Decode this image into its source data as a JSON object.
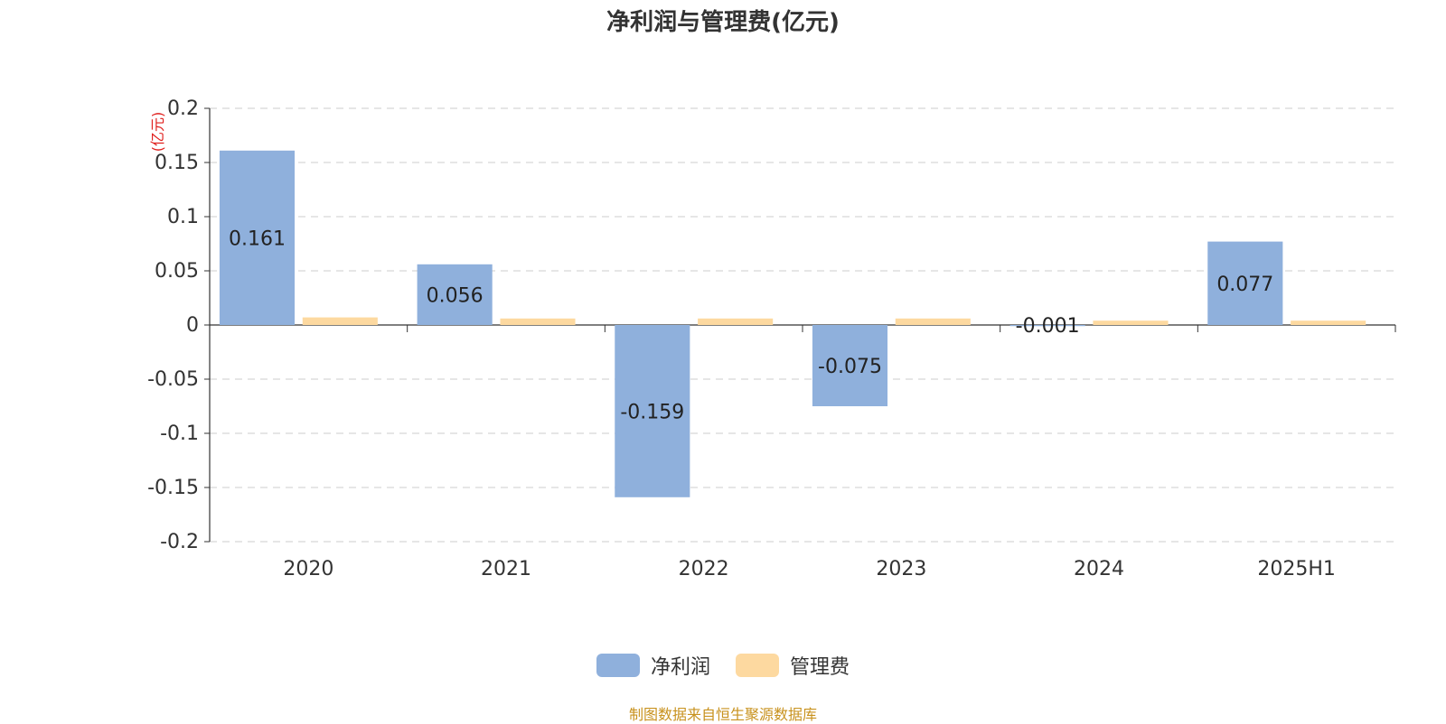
{
  "chart_data": {
    "type": "bar",
    "title": "净利润与管理费(亿元)",
    "ylabel": "(亿元)",
    "ylim": [
      -0.2,
      0.2
    ],
    "yticks": [
      "0.2",
      "0.15",
      "0.1",
      "0.05",
      "0",
      "-0.05",
      "-0.1",
      "-0.15",
      "-0.2"
    ],
    "categories": [
      "2020",
      "2021",
      "2022",
      "2023",
      "2024",
      "2025H1"
    ],
    "series": [
      {
        "name": "净利润",
        "color": "#8fb0dc",
        "values": [
          0.161,
          0.056,
          -0.159,
          -0.075,
          -0.001,
          0.077
        ],
        "labels": [
          "0.161",
          "0.056",
          "-0.159",
          "-0.075",
          "-0.001",
          "0.077"
        ]
      },
      {
        "name": "管理费",
        "color": "#fdd9a0",
        "values": [
          0.007,
          0.006,
          0.006,
          0.006,
          0.004,
          0.004
        ]
      }
    ],
    "grid": true,
    "legend": "bottom-center"
  },
  "source": "制图数据来自恒生聚源数据库"
}
